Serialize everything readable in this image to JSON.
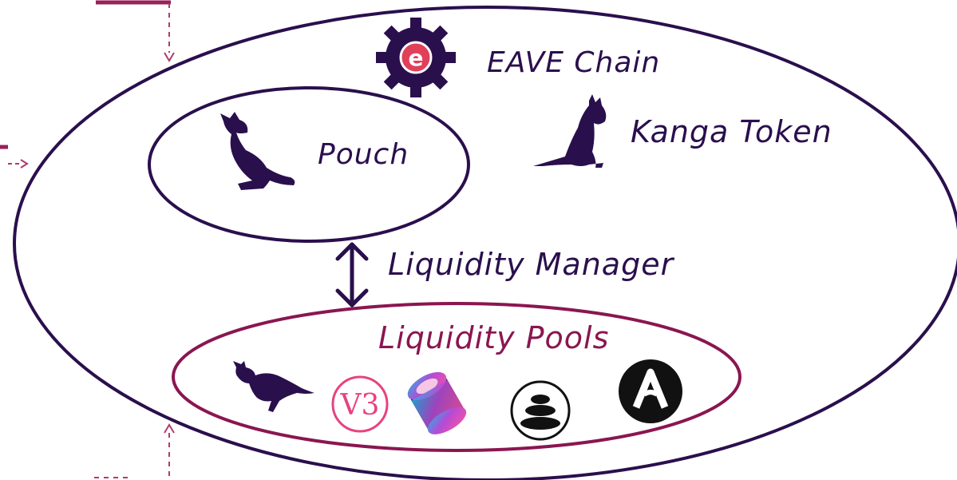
{
  "labels": {
    "eave_chain": "EAVE Chain",
    "kanga_token": "Kanga Token",
    "pouch": "Pouch",
    "liquidity_manager": "Liquidity Manager",
    "liquidity_pools": "Liquidity Pools"
  },
  "icons": {
    "chain_logo": {
      "name": "eave-gear-icon",
      "letter": "e"
    },
    "kanga_token": {
      "name": "kangaroo-standing-icon"
    },
    "pouch": {
      "name": "kangaroo-sitting-icon"
    },
    "pools": [
      {
        "name": "kangaroo-hopping-icon"
      },
      {
        "name": "uniswap-v3-icon",
        "text": "V3"
      },
      {
        "name": "sushi-roll-icon"
      },
      {
        "name": "balancer-icon"
      },
      {
        "name": "arch-logo-icon"
      }
    ]
  },
  "colors": {
    "primary": "#2a0f4d",
    "accent": "#8a1650",
    "dashed": "#b03a70",
    "background": "#ffffff"
  }
}
